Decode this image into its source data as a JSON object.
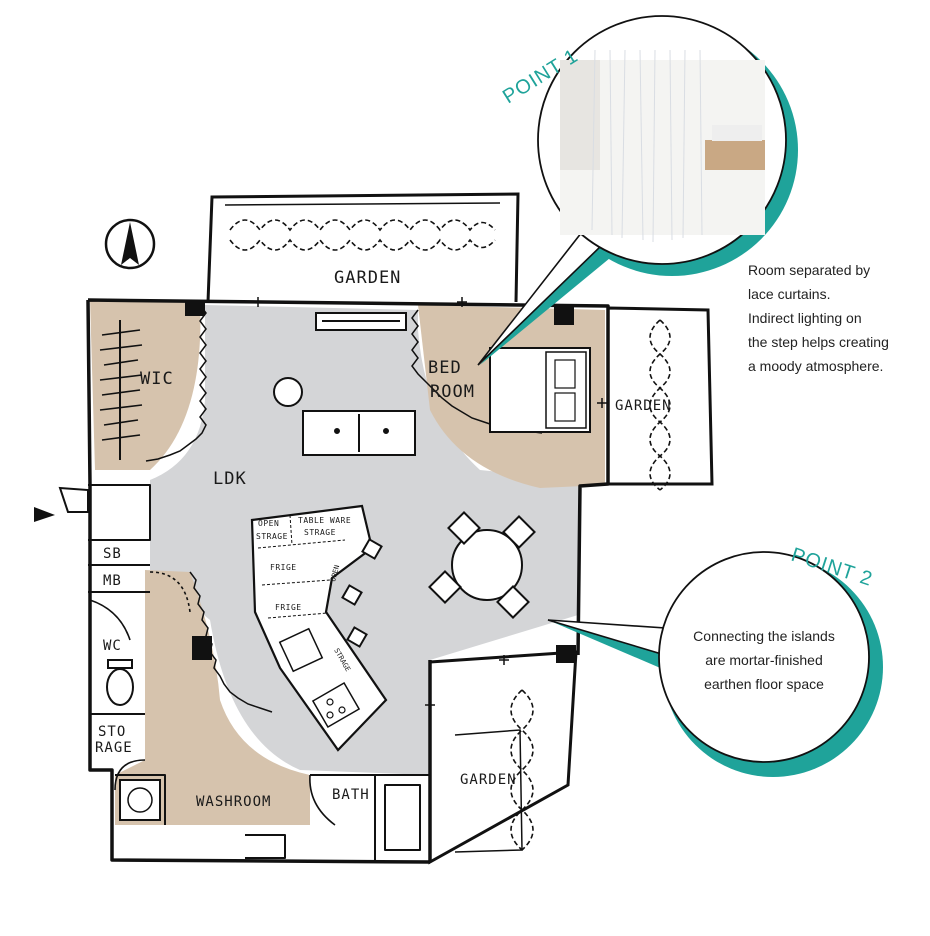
{
  "points": {
    "point1": {
      "label": "POINT 1",
      "note_lines": [
        "Room separated by",
        "lace curtains.",
        "Indirect lighting on",
        "the step helps creating",
        "a moody atmosphere."
      ]
    },
    "point2": {
      "label": "POINT 2",
      "note_lines": [
        "Connecting the islands",
        "are mortar-finished",
        "earthen floor space"
      ]
    }
  },
  "rooms": {
    "garden_top": "GARDEN",
    "garden_right": "GARDEN",
    "garden_bottom": "GARDEN",
    "wic": "WIC",
    "bedroom_line1": "BED",
    "bedroom_line2": "ROOM",
    "ldk": "LDK",
    "sb": "SB",
    "mb": "MB",
    "wc": "WC",
    "storage_line1": "STO",
    "storage_line2": "RAGE",
    "washroom": "WASHROOM",
    "bath": "BATH"
  },
  "kitchen_labels": {
    "open_strage_line1": "OPEN",
    "open_strage_line2": "STRAGE",
    "tableware_line1": "TABLE WARE",
    "tableware_line2": "STRAGE",
    "fridge1": "FRIGE",
    "fridge2": "FRIGE",
    "open_vertical": "OPEN",
    "strage_diagonal": "STRAGE"
  },
  "colors": {
    "accent_teal": "#1fa39a",
    "floor_gray": "#d4d5d7",
    "room_tan": "#d6c3ad",
    "wall": "#111111"
  },
  "icons": {
    "compass": "north-arrow-icon",
    "entrance": "entrance-arrow-icon"
  }
}
